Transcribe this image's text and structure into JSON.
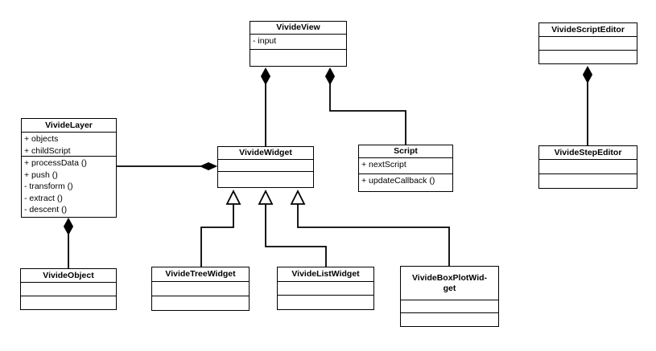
{
  "diagram": {
    "type": "uml-class-diagram",
    "colors": {
      "line": "#000000",
      "box_fill": "#ffffff",
      "text": "#000000"
    },
    "classes": [
      {
        "name": "VivideView",
        "attributes": [
          "- input"
        ],
        "methods": []
      },
      {
        "name": "VivideScriptEditor",
        "attributes": [],
        "methods": []
      },
      {
        "name": "VivideLayer",
        "attributes": [
          "+ objects",
          "+ childScript"
        ],
        "methods": [
          "+ processData ()",
          "+ push ()",
          "- transform ()",
          "- extract ()",
          "- descent ()"
        ]
      },
      {
        "name": "VivideWidget",
        "attributes": [],
        "methods": []
      },
      {
        "name": "Script",
        "attributes": [
          "+ nextScript"
        ],
        "methods": [
          "+ updateCallback ()"
        ]
      },
      {
        "name": "VivideStepEditor",
        "attributes": [],
        "methods": []
      },
      {
        "name": "VivideObject",
        "attributes": [],
        "methods": []
      },
      {
        "name": "VivideTreeWidget",
        "attributes": [],
        "methods": []
      },
      {
        "name": "VivideListWidget",
        "attributes": [],
        "methods": []
      },
      {
        "name": "VivideBoxPlotWid-\nget",
        "attributes": [],
        "methods": []
      }
    ],
    "relationships": [
      {
        "type": "composition",
        "whole": "VivideView",
        "part": "VivideWidget"
      },
      {
        "type": "composition",
        "whole": "VivideView",
        "part": "Script"
      },
      {
        "type": "composition",
        "whole": "VivideWidget",
        "part": "VivideLayer"
      },
      {
        "type": "composition",
        "whole": "VivideLayer",
        "part": "VivideObject"
      },
      {
        "type": "composition",
        "whole": "VivideScriptEditor",
        "part": "VivideStepEditor"
      },
      {
        "type": "inheritance",
        "superclass": "VivideWidget",
        "subclass": "VivideTreeWidget"
      },
      {
        "type": "inheritance",
        "superclass": "VivideWidget",
        "subclass": "VivideListWidget"
      },
      {
        "type": "inheritance",
        "superclass": "VivideWidget",
        "subclass": "VivideBoxPlotWidget"
      }
    ]
  }
}
